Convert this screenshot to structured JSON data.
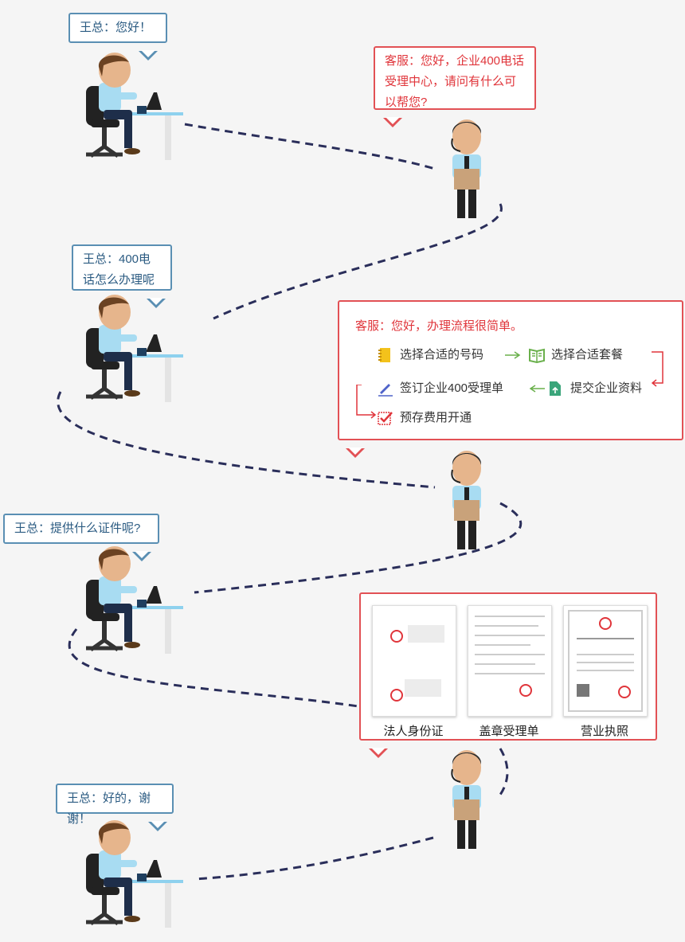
{
  "conversation": {
    "m1": "王总：您好！",
    "m2": "客服：您好，企业400电话受理中心，请问有什么可以帮您?",
    "m3": "王总：400电话怎么办理呢",
    "m4_intro": "客服：您好，办理流程很简单。",
    "m5": "王总：提供什么证件呢?",
    "m7": "王总：好的，谢谢！"
  },
  "process": {
    "steps": [
      {
        "label": "选择合适的号码",
        "icon": "notebook-icon"
      },
      {
        "label": "选择合适套餐",
        "icon": "book-icon"
      },
      {
        "label": "提交企业资料",
        "icon": "upload-file-icon"
      },
      {
        "label": "签订企业400受理单",
        "icon": "pen-icon"
      },
      {
        "label": "预存费用开通",
        "icon": "checkbox-icon"
      }
    ],
    "colors": {
      "arrow_green": "#6ab04c",
      "arrow_red": "#e0353b",
      "accent_red": "#e25155",
      "accent_blue": "#5a8fb3"
    }
  },
  "documents": {
    "items": [
      {
        "label": "法人身份证",
        "icon": "id-card-image"
      },
      {
        "label": "盖章受理单",
        "icon": "application-form-image"
      },
      {
        "label": "营业执照",
        "icon": "business-license-image"
      }
    ]
  }
}
